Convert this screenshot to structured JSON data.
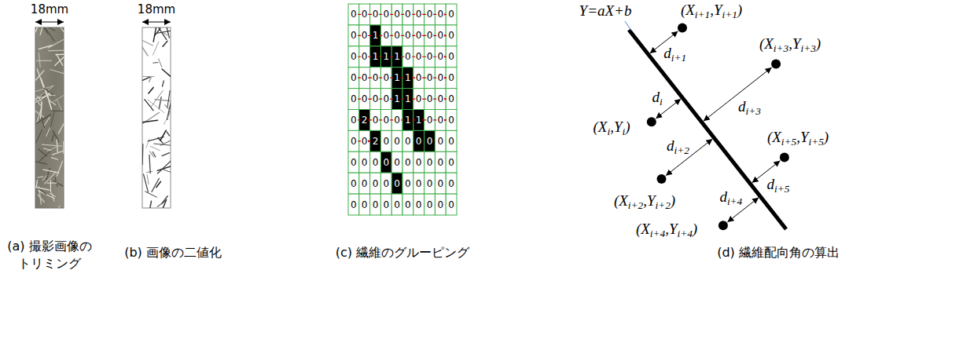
{
  "diagram": {
    "labels": [
      "18mm",
      "18mm",
      "0",
      "0",
      "0",
      "0",
      "0",
      "0",
      "0",
      "0",
      "0",
      "0",
      "0",
      "0",
      "1",
      "0",
      "0",
      "0",
      "0",
      "0",
      "0",
      "0",
      "0",
      "0",
      "1",
      "1",
      "1",
      "0",
      "0",
      "0",
      "0",
      "0",
      "0",
      "0",
      "0",
      "0",
      "1",
      "1",
      "0",
      "0",
      "0",
      "0",
      "0",
      "0",
      "0",
      "0",
      "1",
      "1",
      "0",
      "0",
      "0",
      "0",
      "0",
      "2",
      "0",
      "0",
      "0",
      "1",
      "1",
      "0",
      "0",
      "0",
      "0",
      "0",
      "2",
      "0",
      "0",
      "0",
      "0",
      "0",
      "0",
      "0",
      "0",
      "0",
      "0",
      "0",
      "0",
      "0",
      "0",
      "0",
      "0",
      "0",
      "0",
      "0",
      "0",
      "0",
      "0",
      "0",
      "0",
      "0",
      "0",
      "0",
      "0",
      "0",
      "0",
      "0",
      "0",
      "0",
      "0",
      "0",
      "0",
      "0",
      "Y=aX+b",
      "(Xi+1,Yi+1)",
      "(Xi+3,Yi+3)",
      "di",
      "di+1",
      "(Xi,Yi)",
      "di+2",
      "di+3",
      "(Xi+5,Yi+5)",
      "(Xi+2,Yi+2)",
      "di+5",
      "di+4",
      "(Xi+4,Yi+4)",
      "(a) 撮影画像の トリミング",
      "(b) 画像の二値化",
      "(c) 繊維のグルーピング",
      "(d) 繊維配向角の算出"
    ]
  }
}
